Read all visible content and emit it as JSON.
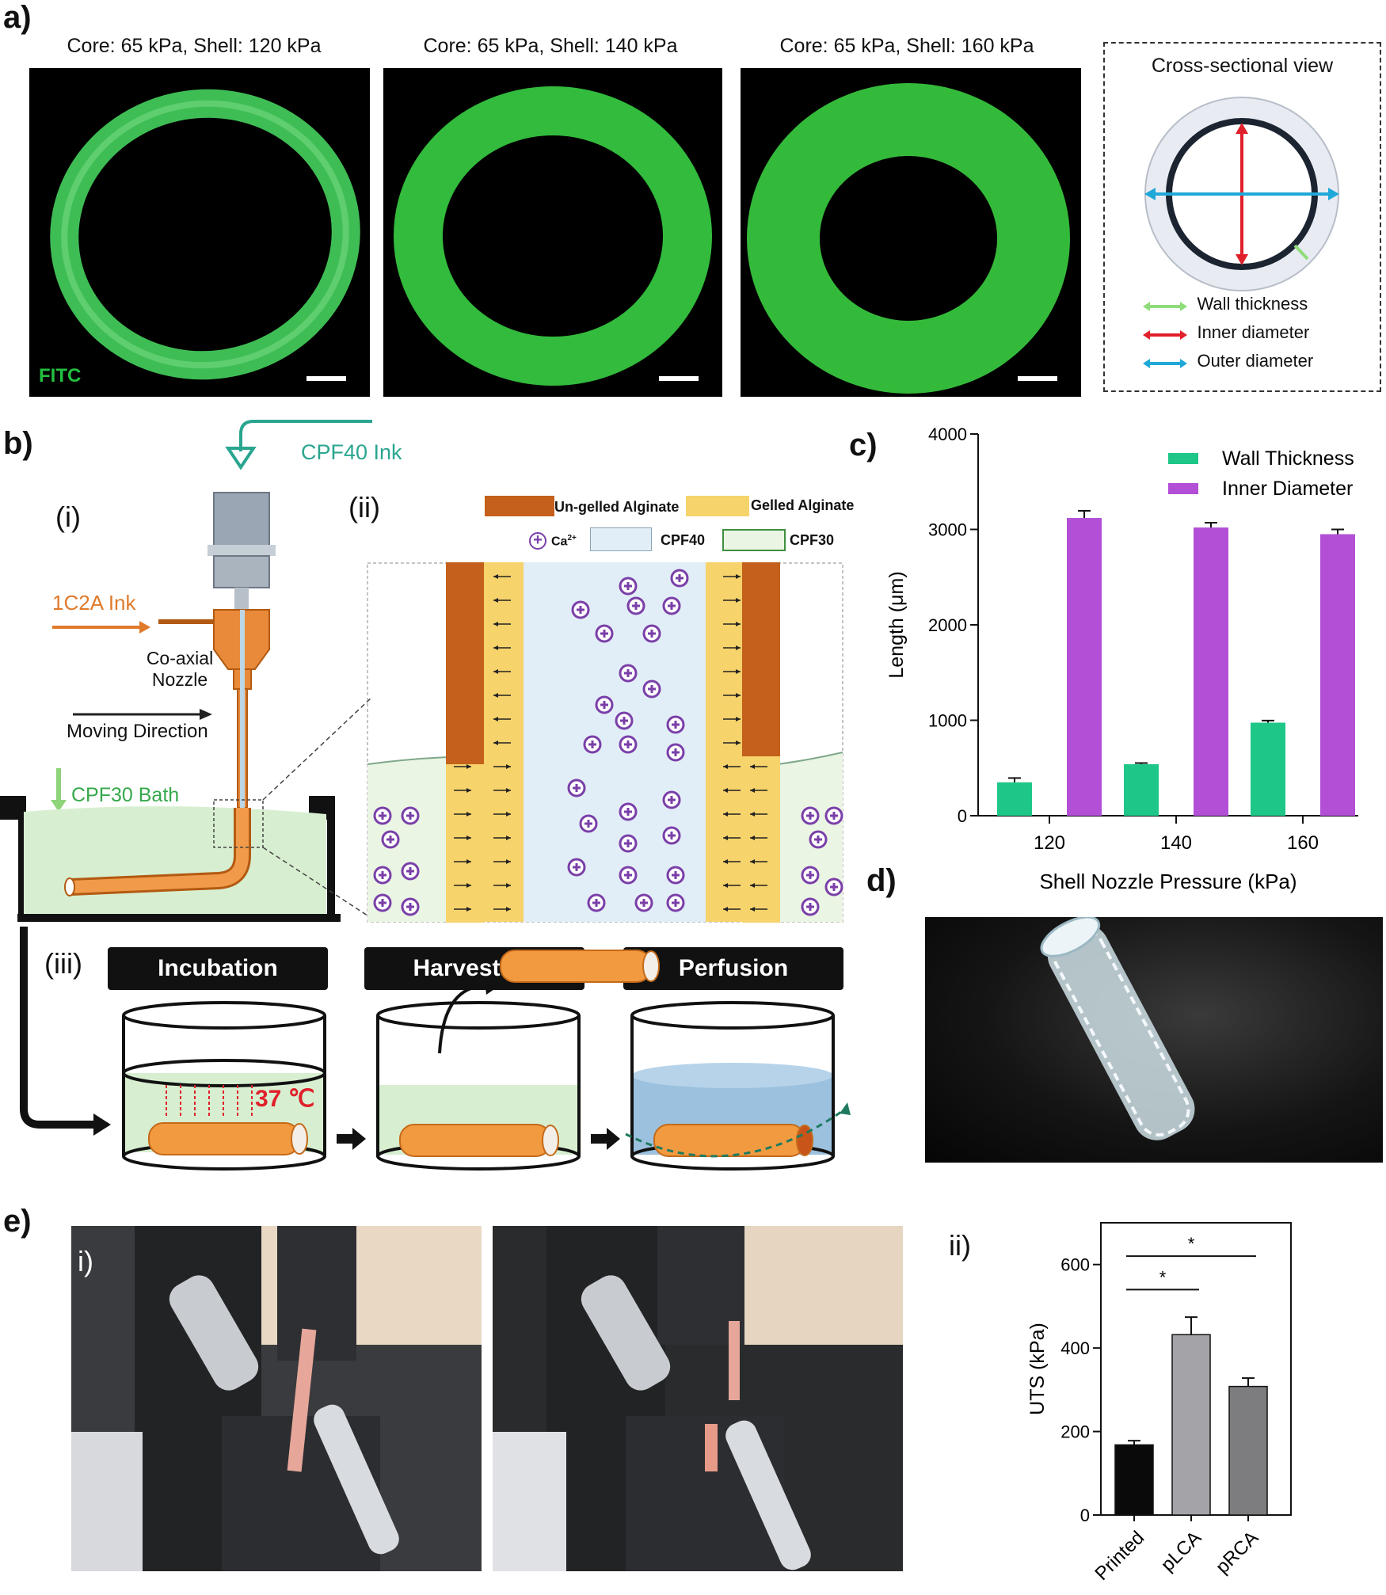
{
  "panel_labels": {
    "a": "a)",
    "b": "b)",
    "c": "c)",
    "d": "d)",
    "e": "e)"
  },
  "panel_a": {
    "images": [
      {
        "title": "Core: 65 kPa, Shell:  120 kPa"
      },
      {
        "title": "Core: 65 kPa, Shell:  140 kPa"
      },
      {
        "title": "Core: 65 kPa, Shell:  160 kPa"
      }
    ],
    "fitc_label": "FITC",
    "cross_section": {
      "title": "Cross-sectional view",
      "legend": [
        {
          "label": "Wall thickness",
          "color": "#8fdc7a"
        },
        {
          "label": "Inner diameter",
          "color": "#e0202a"
        },
        {
          "label": "Outer diameter",
          "color": "#20a8d8"
        }
      ]
    }
  },
  "panel_b": {
    "sub_i": "(i)",
    "sub_ii": "(ii)",
    "sub_iii": "(iii)",
    "cpf40_ink": "CPF40 Ink",
    "ic2a_ink": "1C2A Ink",
    "nozzle_line1": "Co-axial",
    "nozzle_line2": "Nozzle",
    "moving_direction": "Moving Direction",
    "bath": "CPF30 Bath",
    "legend": {
      "ungelled": "Un-gelled Alginate",
      "gelled": "Gelled Alginate",
      "ca": "Ca",
      "ca_sup": "2+",
      "cpf40": "CPF40",
      "cpf30": "CPF30"
    },
    "stages": [
      "Incubation",
      "Harvesting",
      "Perfusion"
    ],
    "temperature": "37 ℃"
  },
  "chart_data": [
    {
      "type": "bar",
      "categories": [
        "120",
        "140",
        "160"
      ],
      "series": [
        {
          "name": "Wall Thickness",
          "values": [
            350,
            540,
            975
          ],
          "errors": [
            45,
            12,
            22
          ],
          "color": "#1ec787"
        },
        {
          "name": "Inner Diameter",
          "values": [
            3120,
            3020,
            2950
          ],
          "errors": [
            75,
            50,
            50
          ],
          "color": "#b24fd6"
        }
      ],
      "xlabel": "Shell Nozzle Pressure (kPa)",
      "ylabel": "Length (μm)",
      "ylim": [
        0,
        4000
      ],
      "yticks": [
        0,
        1000,
        2000,
        3000,
        4000
      ],
      "legend_position": "top-right"
    },
    {
      "type": "bar",
      "categories": [
        "Printed",
        "pLCA",
        "pRCA"
      ],
      "values": [
        168,
        432,
        308
      ],
      "errors": [
        10,
        42,
        20
      ],
      "colors": [
        "#0a0a0a",
        "#a3a3a8",
        "#7d7d80"
      ],
      "ylabel": "UTS (kPa)",
      "ylim": [
        0,
        700
      ],
      "yticks": [
        0,
        200,
        400,
        600
      ],
      "significance": [
        {
          "from": "Printed",
          "to": "pLCA",
          "label": "*"
        },
        {
          "from": "Printed",
          "to": "pRCA",
          "label": "*"
        }
      ]
    }
  ],
  "panel_e": {
    "sub_i": "i)",
    "sub_ii": "ii)"
  }
}
